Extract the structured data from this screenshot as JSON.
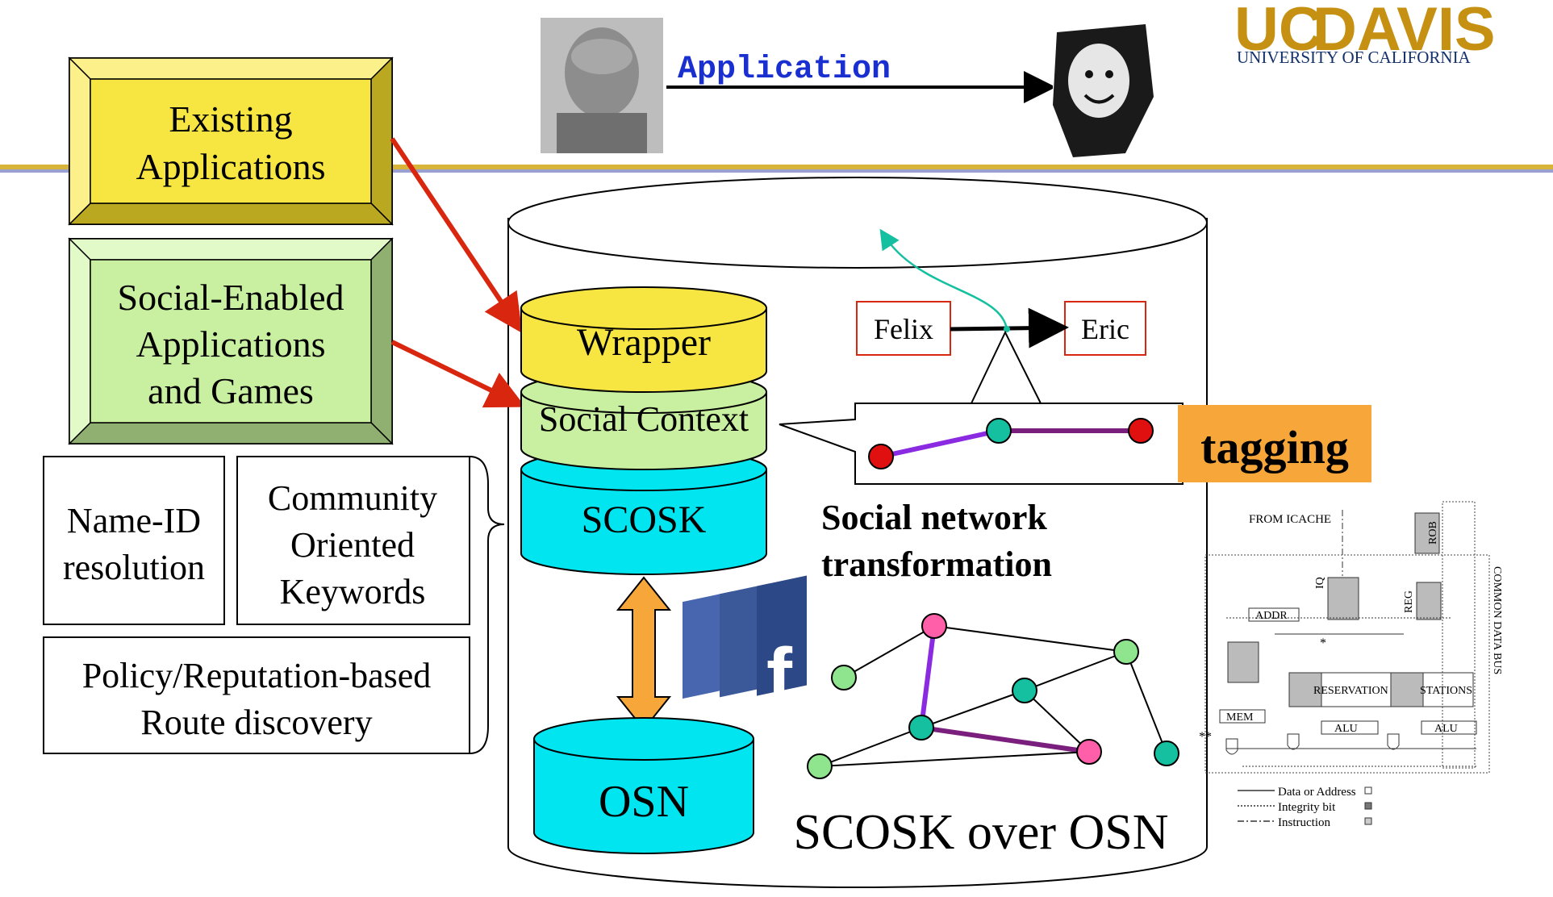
{
  "header": {
    "arrow_label": "Application",
    "logo_main_uc": "UC",
    "logo_main_davis": "DAVIS",
    "logo_sub": "UNIVERSITY OF CALIFORNIA"
  },
  "left": {
    "existing_line1": "Existing",
    "existing_line2": "Applications",
    "social_line1": "Social-Enabled",
    "social_line2": "Applications",
    "social_line3": "and Games",
    "nameid_line1": "Name-ID",
    "nameid_line2": "resolution",
    "community_line1": "Community",
    "community_line2": "Oriented",
    "community_line3": "Keywords",
    "policy_line1": "Policy/Reputation-based",
    "policy_line2": "Route discovery"
  },
  "stack": {
    "wrapper": "Wrapper",
    "social_context": "Social Context",
    "scosk": "SCOSK",
    "osn": "OSN",
    "facebook_letter": "f"
  },
  "right": {
    "felix": "Felix",
    "eric": "Eric",
    "tagging": "tagging",
    "transform_line1": "Social network",
    "transform_line2": "transformation",
    "caption": "SCOSK over OSN"
  },
  "architecture": {
    "from_icache": "FROM ICACHE",
    "rob": "ROB",
    "iq": "IQ",
    "reg": "REG",
    "addr": "ADDR",
    "mem": "MEM",
    "reservation": "RESERVATION",
    "stations": "STATIONS",
    "alu1": "ALU",
    "alu2": "ALU",
    "bus": "COMMON DATA BUS",
    "star1": "*",
    "star2": "**",
    "legend": [
      {
        "label": "Data or Address"
      },
      {
        "label": "Integrity bit"
      },
      {
        "label": "Instruction"
      }
    ]
  },
  "colors": {
    "yellow": "#f7e642",
    "green": "#c8f0a0",
    "cyan": "#00e5f0",
    "orange": "#f7a73a",
    "red_arrow": "#d9260f",
    "purple": "#8a2be2",
    "node_green": "#8ee58e",
    "node_teal": "#14c0a0",
    "node_pink": "#ff5fa8",
    "node_red": "#e01010"
  }
}
